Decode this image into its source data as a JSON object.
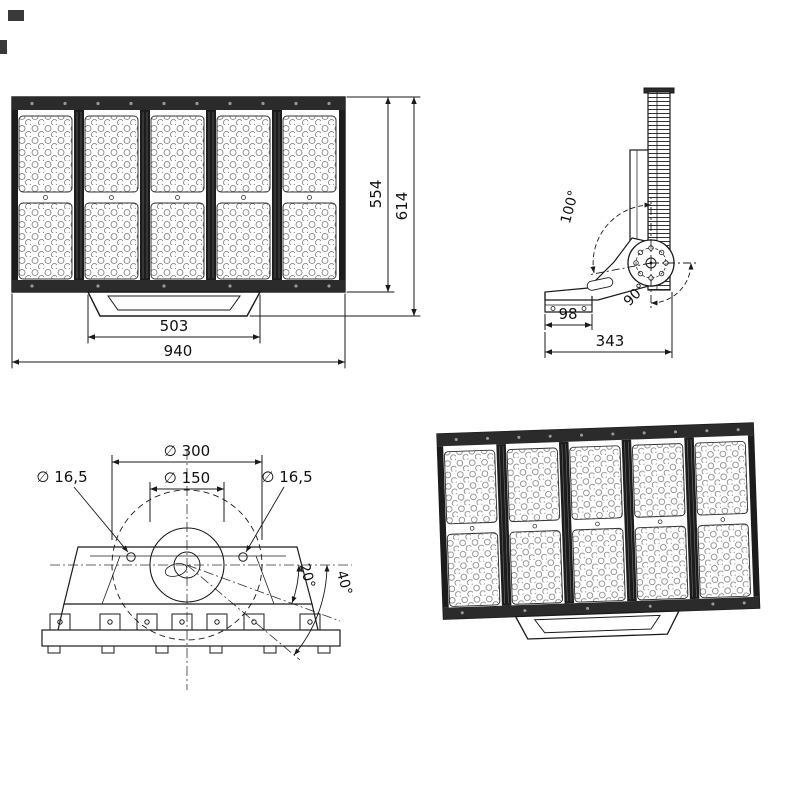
{
  "colors": {
    "line": "#1a1a1a",
    "background": "#ffffff",
    "dark_fill": "#2b2b2b"
  },
  "drawing": {
    "front_view": {
      "dim_width_total": "940",
      "dim_bracket_width": "503",
      "dim_height_body": "554",
      "dim_height_total": "614"
    },
    "side_view": {
      "angle_tilt_back": "100°",
      "angle_tilt_front": "90°",
      "dim_foot_depth": "98",
      "dim_depth_total": "343"
    },
    "bottom_view": {
      "dim_bolt_circle": "∅ 300",
      "dim_inner_circle": "∅ 150",
      "dim_hole_left": "∅ 16,5",
      "dim_hole_right": "∅ 16,5",
      "angle_small": "20°",
      "angle_large": "40°"
    }
  }
}
